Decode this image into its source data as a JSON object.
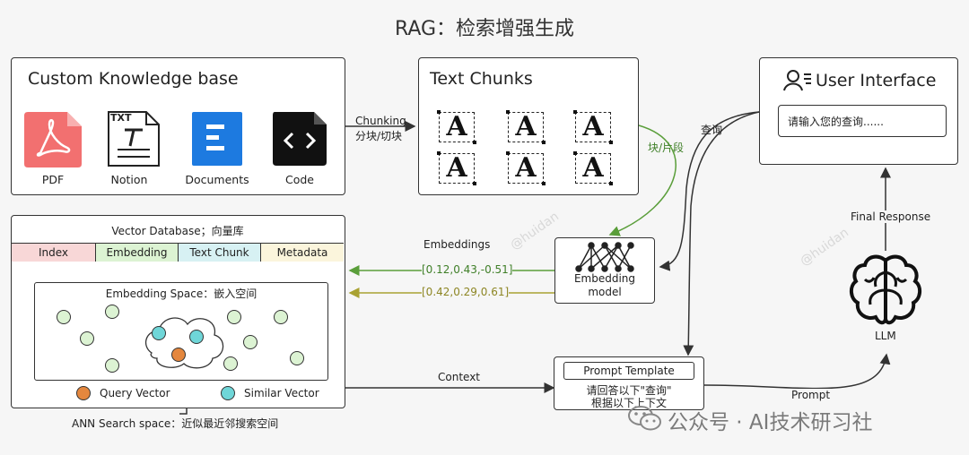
{
  "page_title": "RAG：检索增强生成",
  "knowledge_base": {
    "title": "Custom Knowledge base",
    "items": [
      {
        "label": "PDF",
        "icon": "pdf-icon"
      },
      {
        "label": "Notion",
        "icon": "notion-icon"
      },
      {
        "label": "Documents",
        "icon": "documents-icon"
      },
      {
        "label": "Code",
        "icon": "code-icon"
      }
    ],
    "txt_badge": "TXT"
  },
  "chunking_label_en": "Chunking",
  "chunking_label_cn": "分块/切块",
  "text_chunks": {
    "title": "Text Chunks",
    "letter": "A"
  },
  "chunks_edge_label": "块/片段",
  "user_interface": {
    "title": "User Interface",
    "placeholder": "请输入您的查询......"
  },
  "query_label": "查询",
  "final_response_label": "Final Response",
  "vector_db": {
    "title": "Vector Database；向量库",
    "columns": [
      "Index",
      "Embedding",
      "Text Chunk",
      "Metadata"
    ],
    "space_title": "Embedding Space：嵌入空间",
    "legend": {
      "query": "Query Vector",
      "similar": "Similar Vector"
    }
  },
  "embeddings_label": "Embeddings",
  "vector_1": "[0.12,0.43,-0.51]",
  "vector_2": "[0.42,0.29,0.61]",
  "embedding_model": {
    "line1": "Embedding",
    "line2": "model"
  },
  "context_label": "Context",
  "prompt_template": {
    "title": "Prompt Template",
    "line1": "请回答以下\"查询\"",
    "line2": "根据以下上下文"
  },
  "prompt_label": "Prompt",
  "llm_label": "LLM",
  "ann_label": "ANN Search space：近似最近邻搜索空间",
  "watermark": "公众号 · AI技术研习社",
  "faint_watermark": "@huidan",
  "colors": {
    "green_arrow": "#5a9e3a",
    "olive_arrow": "#a9a232",
    "index": "#f8d7d7",
    "embedding": "#dcf3d3",
    "text_chunk": "#d7f1f3",
    "metadata": "#fbf5dc"
  }
}
